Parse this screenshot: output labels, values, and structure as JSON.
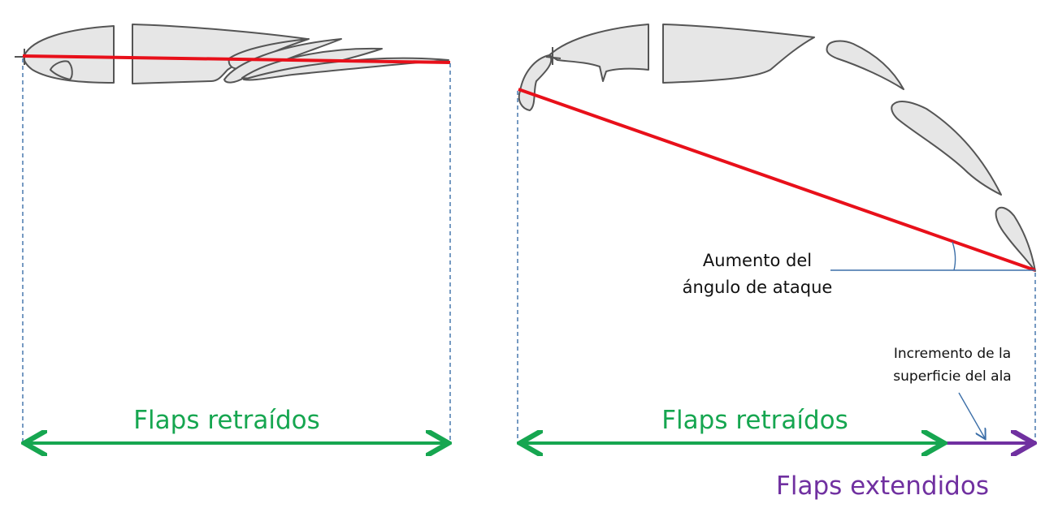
{
  "colors": {
    "chord": "#e8101a",
    "retracted": "#16a650",
    "extended": "#7030a0",
    "guide": "#3c6fa8",
    "wing_fill": "#e6e6e6",
    "wing_stroke": "#555555"
  },
  "left_panel": {
    "span_label": "Flaps retraídos"
  },
  "right_panel": {
    "span_label_retracted": "Flaps retraídos",
    "span_label_extended": "Flaps extendidos",
    "angle_label_line1": "Aumento del",
    "angle_label_line2": "ángulo de ataque",
    "surface_label_line1": "Incremento de la",
    "surface_label_line2": "superficie del ala"
  }
}
